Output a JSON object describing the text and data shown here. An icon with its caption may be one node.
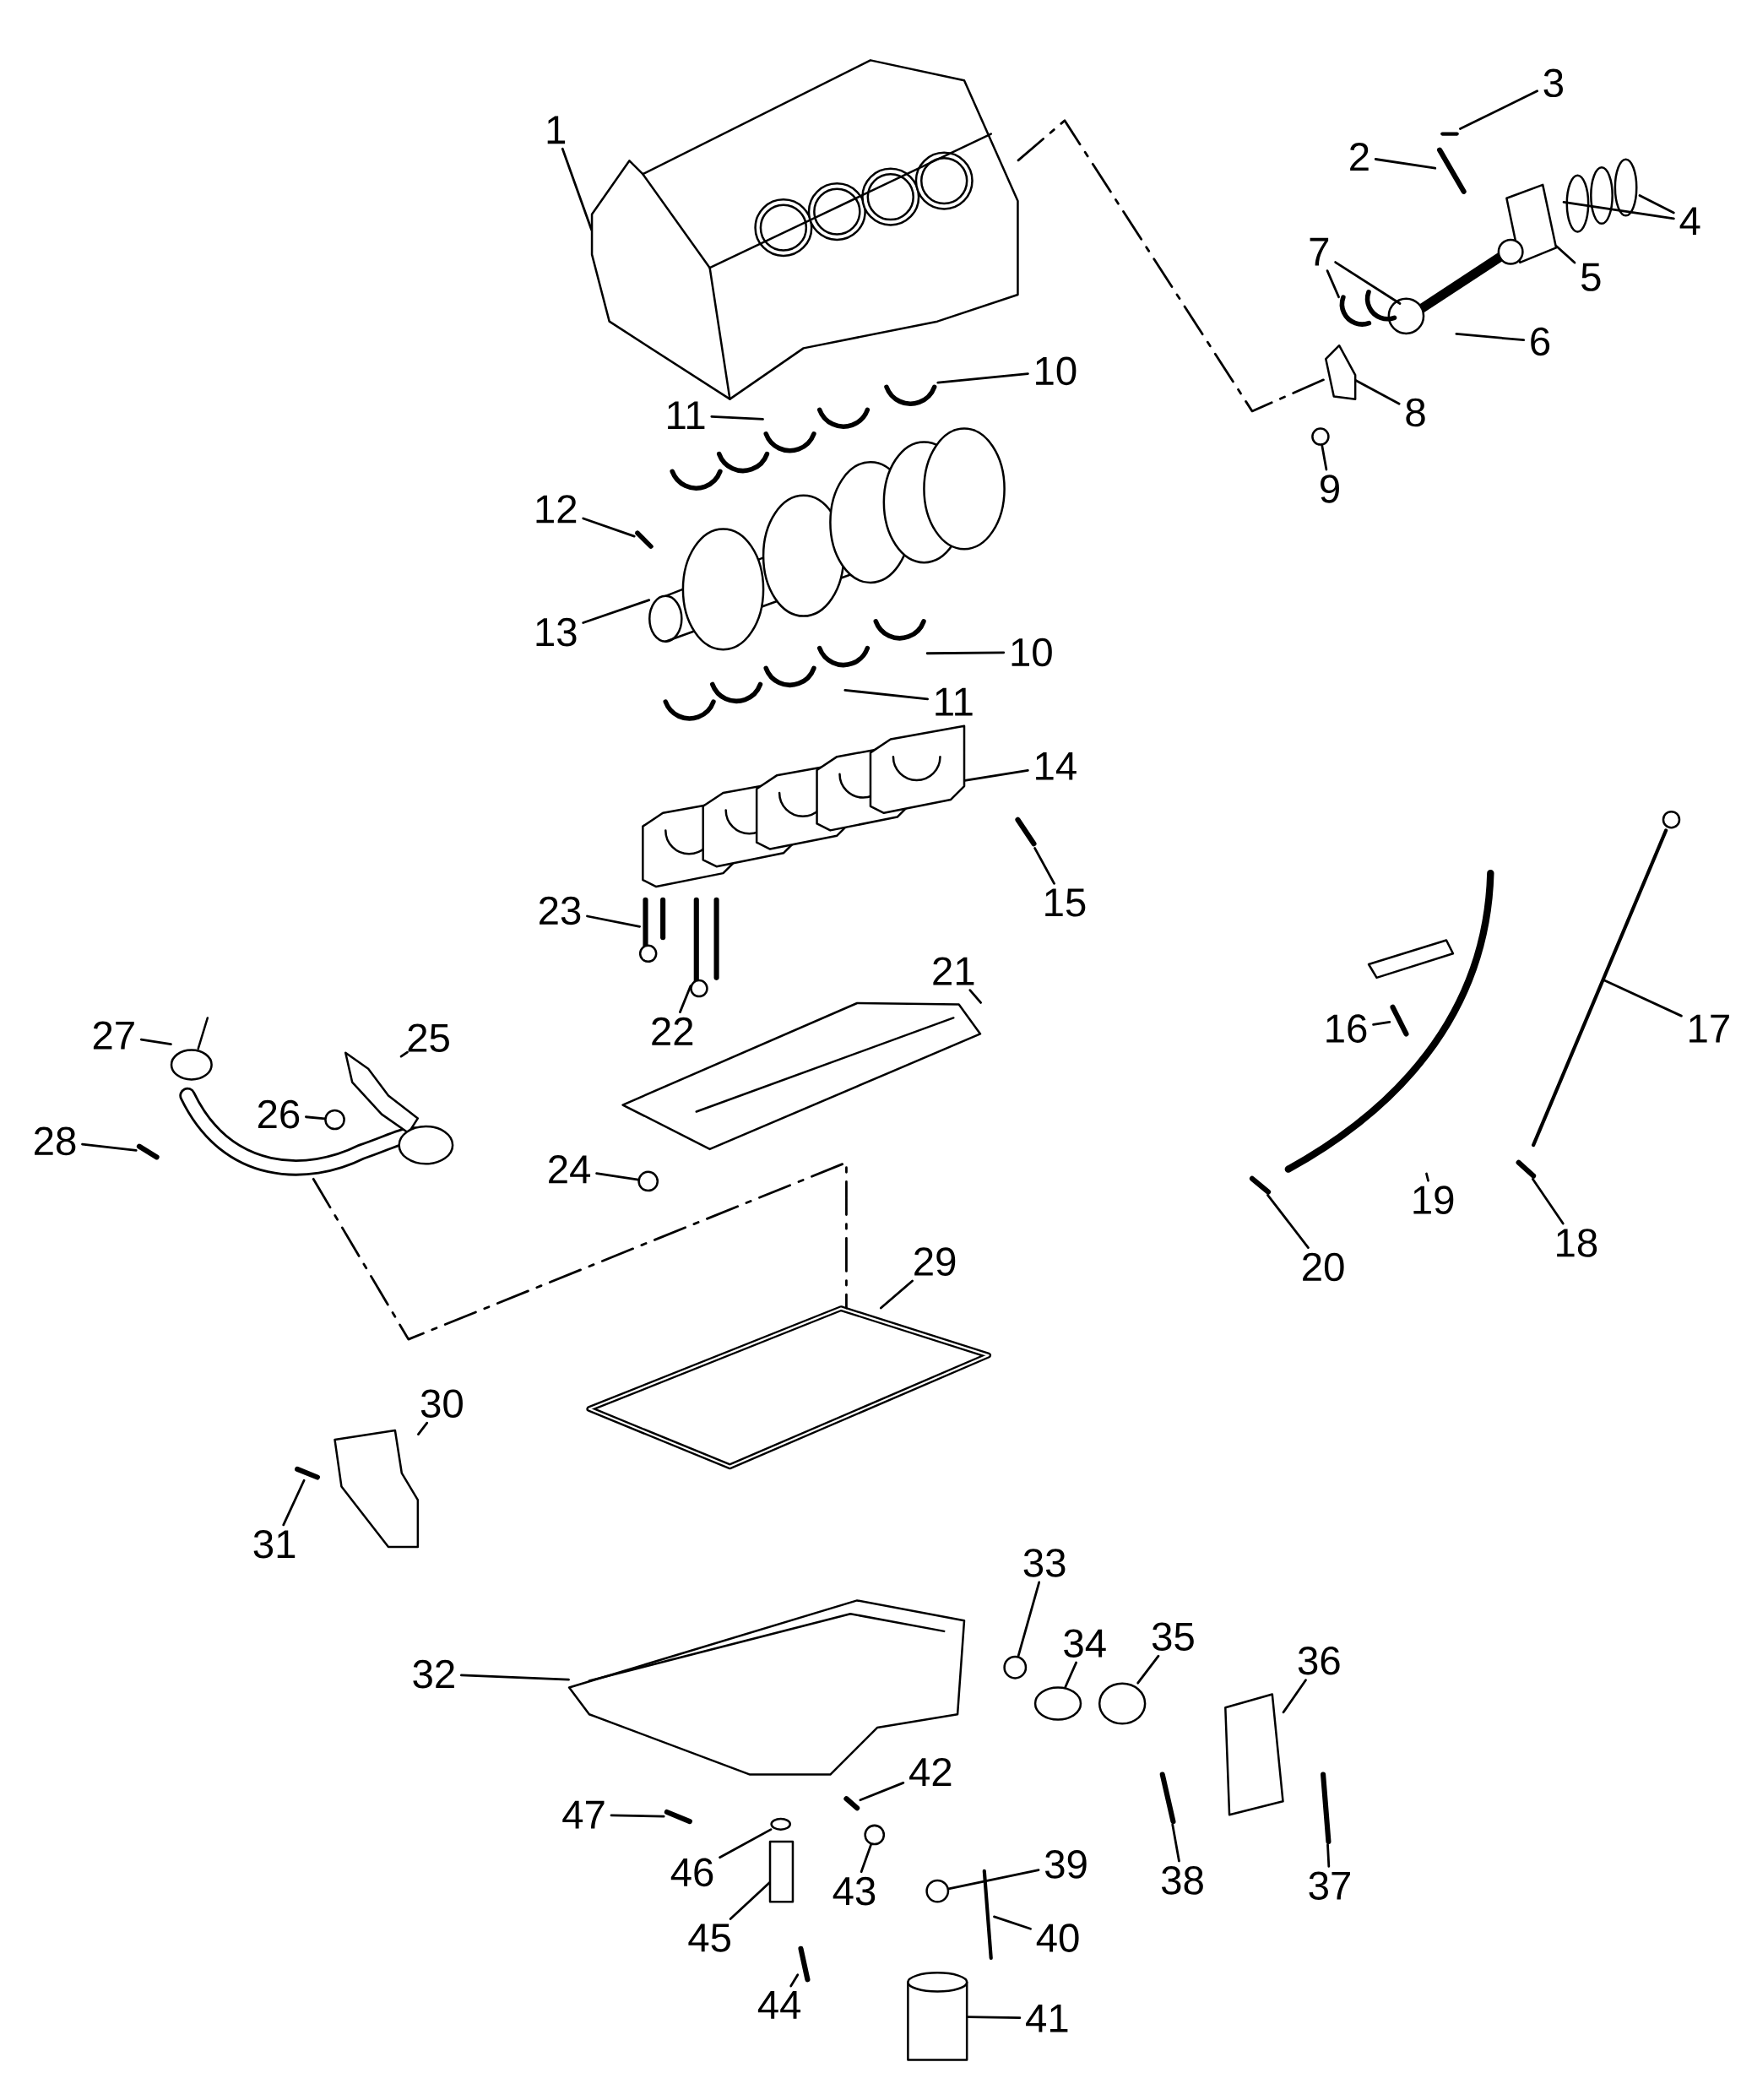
{
  "diagram": {
    "nodes": [
      {
        "text": [
          "1"
        ]
      },
      {
        "text": [
          "2"
        ]
      },
      {
        "text": [
          "3"
        ]
      },
      {
        "text": [
          "4"
        ]
      },
      {
        "text": [
          "5"
        ]
      },
      {
        "text": [
          "6"
        ]
      },
      {
        "text": [
          "7"
        ]
      },
      {
        "text": [
          "8"
        ]
      },
      {
        "text": [
          "9"
        ]
      },
      {
        "text": [
          "10"
        ]
      },
      {
        "text": [
          "11"
        ]
      },
      {
        "text": [
          "12"
        ]
      },
      {
        "text": [
          "13"
        ]
      },
      {
        "text": [
          "10"
        ]
      },
      {
        "text": [
          "11"
        ]
      },
      {
        "text": [
          "14"
        ]
      },
      {
        "text": [
          "15"
        ]
      },
      {
        "text": [
          "23"
        ]
      },
      {
        "text": [
          "22"
        ]
      },
      {
        "text": [
          "21"
        ]
      },
      {
        "text": [
          "27"
        ]
      },
      {
        "text": [
          "25"
        ]
      },
      {
        "text": [
          "26"
        ],
        "in": 68
      },
      {
        "text": [
          "28"
        ]
      },
      {
        "text": [
          "24"
        ]
      },
      {
        "text": [
          "16"
        ],
        "in": 74
      },
      {
        "text": [
          "17"
        ]
      },
      {
        "text": [
          "19"
        ]
      },
      {
        "text": [
          "20"
        ]
      },
      {
        "text": [
          "18"
        ]
      },
      {
        "text": [
          "29"
        ]
      },
      {
        "text": [
          "30"
        ]
      },
      {
        "text": [
          "31"
        ]
      },
      {
        "text": [
          "32"
        ]
      },
      {
        "text": [
          "33"
        ]
      },
      {
        "text": [
          "34"
        ]
      },
      {
        "text": [
          "35"
        ]
      },
      {
        "text": [
          "36"
        ]
      },
      {
        "text": [
          "37"
        ]
      },
      {
        "text": [
          "38"
        ]
      },
      {
        "text": [
          "39"
        ]
      },
      {
        "text": [
          "40"
        ]
      },
      {
        "text": [
          "41"
        ]
      },
      {
        "text": [
          "42"
        ]
      },
      {
        "text": [
          "43"
        ]
      },
      {
        "text": [
          "44"
        ]
      },
      {
        "text": [
          "45"
        ]
      },
      {
        "text": [
          "46"
        ]
      },
      {
        "text": [
          "47"
        ]
      },
      {
        "text": [],
        "shape": "picture"
      },
      {
        "text": [],
        "shape": "picture"
      },
      {
        "text": [],
        "shape": "picture"
      },
      {
        "text": [],
        "shape": "picture"
      },
      {
        "text": [],
        "shape": "picture"
      },
      {
        "text": [],
        "shape": "picture"
      },
      {
        "text": [],
        "shape": "picture"
      },
      {
        "text": [],
        "shape": "picture"
      },
      {
        "text": [],
        "shape": "circle"
      },
      {
        "text": [],
        "shape": "picture"
      },
      {
        "text": [],
        "shape": "picture"
      },
      {
        "text": [],
        "shape": "picture"
      },
      {
        "text": [],
        "shape": "picture"
      },
      {
        "text": [],
        "shape": "picture"
      },
      {
        "text": [],
        "shape": "picture"
      },
      {
        "text": [],
        "shape": "picture"
      },
      {
        "text": [],
        "shape": "picture"
      },
      {
        "text": [],
        "shape": "picture"
      },
      {
        "text": [],
        "shape": "picture"
      },
      {
        "text": [],
        "shape": "picture"
      },
      {
        "text": [],
        "shape": "circle",
        "in": 68
      },
      {
        "text": [],
        "shape": "picture"
      },
      {
        "text": [],
        "shape": "circle"
      },
      {
        "text": [],
        "shape": "picture",
        "in": 74
      },
      {
        "text": [],
        "shape": "picture"
      },
      {
        "text": [],
        "shape": "picture"
      },
      {
        "text": [],
        "shape": "picture"
      },
      {
        "text": [],
        "shape": "picture"
      },
      {
        "text": [],
        "shape": "picture"
      },
      {
        "text": [],
        "shape": "picture"
      },
      {
        "text": [],
        "shape": "picture"
      },
      {
        "text": [],
        "shape": "picture"
      },
      {
        "text": [],
        "shape": "circle"
      },
      {
        "text": [],
        "shape": "circle"
      },
      {
        "text": [],
        "shape": "circle"
      },
      {
        "text": [],
        "shape": "picture"
      },
      {
        "text": [],
        "shape": "picture"
      },
      {
        "text": [],
        "shape": "picture"
      },
      {
        "text": [],
        "shape": "circle"
      },
      {
        "text": [],
        "shape": "picture"
      },
      {
        "text": [],
        "shape": "cylinder"
      },
      {
        "text": [],
        "shape": "picture"
      },
      {
        "text": [],
        "shape": "circle"
      },
      {
        "text": [],
        "shape": "picture"
      },
      {
        "text": [],
        "shape": "box"
      },
      {
        "text": [],
        "shape": "circle"
      },
      {
        "text": [],
        "shape": "picture"
      }
    ],
    "edges": [
      {
        "from": 0,
        "to": 49,
        "arrow": "none"
      },
      {
        "from": 1,
        "to": 50,
        "arrow": "none"
      },
      {
        "from": 2,
        "to": 51,
        "arrow": "none"
      },
      {
        "from": 3,
        "to": 52,
        "arrow": "none"
      },
      {
        "from": 3,
        "to": 52,
        "arrow": "none"
      },
      {
        "from": 4,
        "to": 53,
        "arrow": "none"
      },
      {
        "from": 5,
        "to": 54,
        "arrow": "none"
      },
      {
        "from": 6,
        "to": 55,
        "arrow": "none"
      },
      {
        "from": 6,
        "to": 55,
        "arrow": "none"
      },
      {
        "from": 7,
        "to": 56,
        "arrow": "none"
      },
      {
        "from": 8,
        "to": 57,
        "arrow": "none"
      },
      {
        "from": 9,
        "to": 58,
        "arrow": "none"
      },
      {
        "from": 10,
        "to": 58,
        "arrow": "none"
      },
      {
        "from": 11,
        "to": 59,
        "arrow": "none"
      },
      {
        "from": 12,
        "to": 60,
        "arrow": "none"
      },
      {
        "from": 13,
        "to": 61,
        "arrow": "none"
      },
      {
        "from": 14,
        "to": 61,
        "arrow": "none"
      },
      {
        "from": 15,
        "to": 62,
        "arrow": "none"
      },
      {
        "from": 16,
        "to": 63,
        "arrow": "none"
      },
      {
        "from": 17,
        "to": 64,
        "arrow": "none"
      },
      {
        "from": 18,
        "to": 65,
        "arrow": "none"
      },
      {
        "from": 19,
        "to": 66,
        "arrow": "none"
      },
      {
        "from": 20,
        "to": 67,
        "arrow": "none"
      },
      {
        "from": 21,
        "to": 68,
        "arrow": "none"
      },
      {
        "from": 22,
        "to": 69,
        "arrow": "none"
      },
      {
        "from": 23,
        "to": 70,
        "arrow": "none"
      },
      {
        "from": 24,
        "to": 71,
        "arrow": "none"
      },
      {
        "from": 25,
        "to": 72,
        "arrow": "none"
      },
      {
        "from": 26,
        "to": 73,
        "arrow": "none"
      },
      {
        "from": 27,
        "to": 74,
        "arrow": "none"
      },
      {
        "from": 28,
        "to": 75,
        "arrow": "none"
      },
      {
        "from": 29,
        "to": 76,
        "arrow": "none"
      },
      {
        "from": 30,
        "to": 77,
        "arrow": "none"
      },
      {
        "from": 31,
        "to": 78,
        "arrow": "none"
      },
      {
        "from": 32,
        "to": 79,
        "arrow": "none"
      },
      {
        "from": 33,
        "to": 80,
        "arrow": "none"
      },
      {
        "from": 34,
        "to": 81,
        "arrow": "none"
      },
      {
        "from": 35,
        "to": 82,
        "arrow": "none"
      },
      {
        "from": 36,
        "to": 83,
        "arrow": "none"
      },
      {
        "from": 37,
        "to": 84,
        "arrow": "none"
      },
      {
        "from": 38,
        "to": 85,
        "arrow": "none"
      },
      {
        "from": 39,
        "to": 86,
        "arrow": "none"
      },
      {
        "from": 40,
        "to": 87,
        "arrow": "none"
      },
      {
        "from": 41,
        "to": 88,
        "arrow": "none"
      },
      {
        "from": 42,
        "to": 89,
        "arrow": "none"
      },
      {
        "from": 43,
        "to": 90,
        "arrow": "none"
      },
      {
        "from": 44,
        "to": 91,
        "arrow": "none"
      },
      {
        "from": 45,
        "to": 92,
        "arrow": "none"
      },
      {
        "from": 46,
        "to": 93,
        "arrow": "none"
      },
      {
        "from": 47,
        "to": 94,
        "arrow": "none"
      },
      {
        "from": 48,
        "to": 95,
        "arrow": "none"
      },
      {
        "from": 49,
        "to": 56,
        "arrow": "none",
        "style": "dashed"
      },
      {
        "from": 68,
        "to": 77,
        "arrow": "none",
        "style": "dashed"
      }
    ]
  }
}
